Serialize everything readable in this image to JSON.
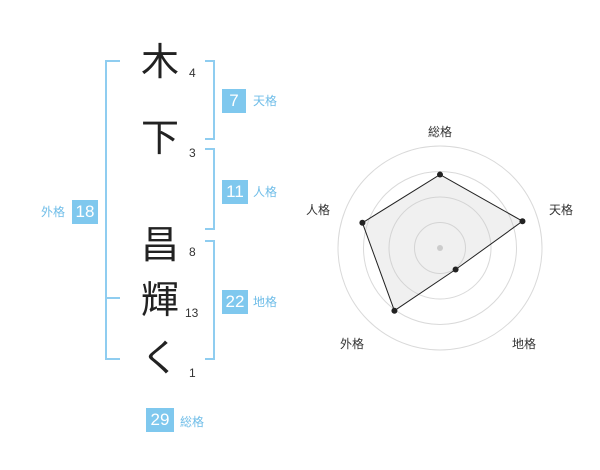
{
  "name": {
    "chars": [
      {
        "char": "木",
        "strokes": "4"
      },
      {
        "char": "下",
        "strokes": "3"
      },
      {
        "char": "昌",
        "strokes": "8"
      },
      {
        "char": "輝",
        "strokes": "13"
      },
      {
        "char": "く",
        "strokes": "1"
      }
    ]
  },
  "fortune": {
    "tenkaku": {
      "value": "7",
      "label": "天格"
    },
    "jinkaku": {
      "value": "11",
      "label": "人格"
    },
    "chikaku": {
      "value": "22",
      "label": "地格"
    },
    "gaikaku": {
      "value": "18",
      "label": "外格"
    },
    "soukaku": {
      "value": "29",
      "label": "総格"
    }
  },
  "colors": {
    "accent": "#7fc8ee",
    "bracket": "#8fcdf0"
  },
  "chart_data": {
    "type": "radar",
    "axes": [
      "総格",
      "天格",
      "地格",
      "外格",
      "人格"
    ],
    "values": [
      0.72,
      0.85,
      0.26,
      0.76,
      0.8
    ],
    "range": [
      0,
      1
    ],
    "rings": 4
  }
}
